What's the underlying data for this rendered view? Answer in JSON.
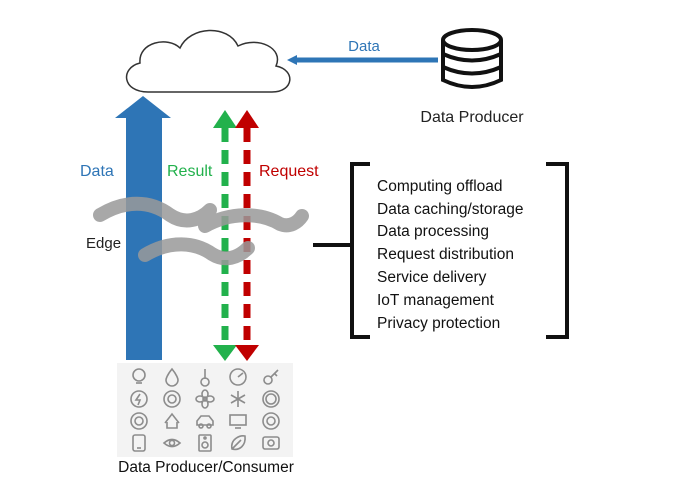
{
  "top_data_label": "Data",
  "producer_label": "Data Producer",
  "data_label": "Data",
  "result_label": "Result",
  "request_label": "Request",
  "edge_label": "Edge",
  "functions": [
    "Computing offload",
    "Data caching/storage",
    "Data processing",
    "Request distribution",
    "Service delivery",
    "IoT management",
    "Privacy protection"
  ],
  "device_label": "Data Producer/Consumer",
  "colors": {
    "data_blue": "#2e75b6",
    "result_green": "#22b14c",
    "request_red": "#c00000",
    "icon_gray": "#8c8c8c",
    "haze_gray": "#9a9a9a"
  },
  "device_icons": [
    "bulb-icon",
    "drop-icon",
    "thermometer-icon",
    "gauge-icon",
    "key-icon",
    "power-icon",
    "camera-icon",
    "fan-icon",
    "snowflake-icon",
    "ring-icon",
    "ring-icon",
    "house-icon",
    "car-icon",
    "monitor-icon",
    "ring-icon",
    "phone-icon",
    "eye-icon",
    "speaker-icon",
    "leaf-icon",
    "router-icon"
  ]
}
